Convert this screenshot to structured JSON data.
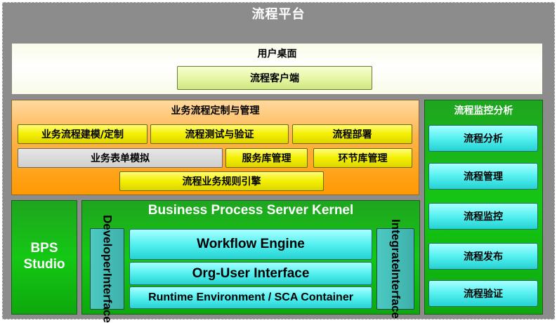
{
  "platform": {
    "title": "流程平台"
  },
  "user_desktop": {
    "title": "用户桌面",
    "client": "流程客户端"
  },
  "business": {
    "title": "业务流程定制与管理",
    "modules": [
      "业务流程建模/定制",
      "流程测试与验证",
      "流程部署",
      "业务表单模拟",
      "服务库管理",
      "环节库管理",
      "流程业务规则引擎"
    ]
  },
  "monitor": {
    "title": "流程监控分析",
    "items": [
      "流程分析",
      "流程管理",
      "流程监控",
      "流程发布",
      "流程验证"
    ]
  },
  "bps_studio": {
    "line1": "BPS",
    "line2": "Studio"
  },
  "kernel": {
    "title": "Business Process Server Kernel",
    "developer_interface_line1": "Developer",
    "developer_interface_line2": "Interface",
    "integrate_interface_line1": "Integrate",
    "integrate_interface_line2": "Interface",
    "workflow_engine": "Workflow Engine",
    "org_user_interface": "Org-User Interface",
    "runtime": "Runtime Environment / SCA Container"
  }
}
